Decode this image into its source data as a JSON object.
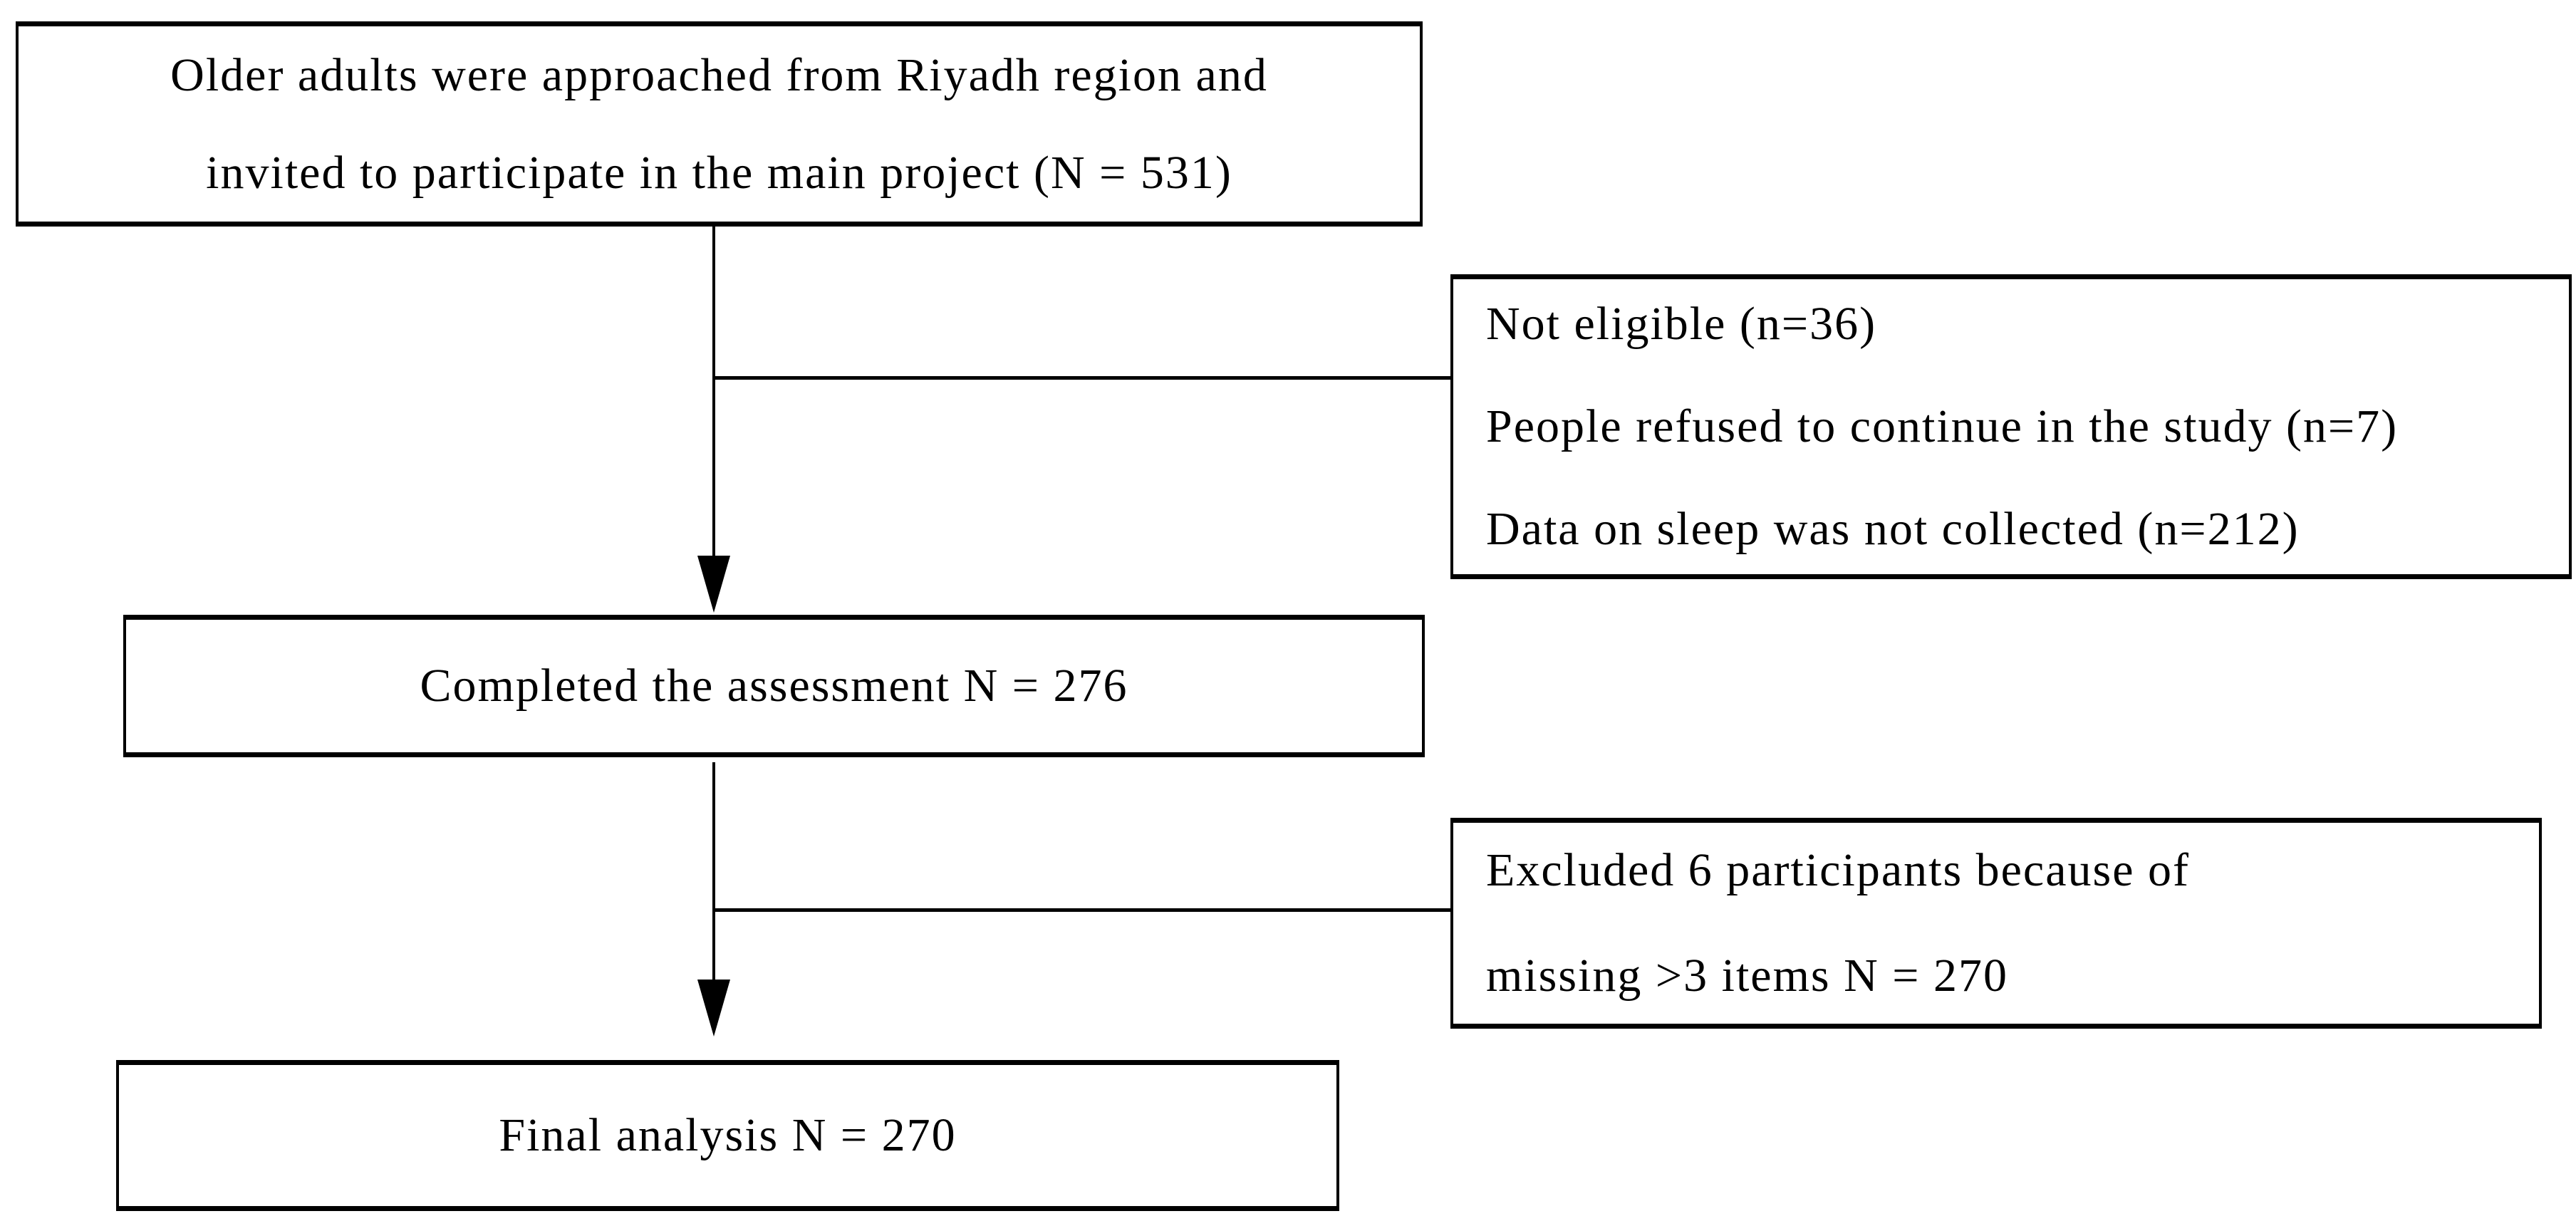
{
  "diagram": {
    "type": "flowchart",
    "background_color": "#ffffff",
    "line_color": "#000000",
    "boxes": {
      "approached": {
        "lines": [
          "Older adults were approached from Riyadh region and",
          "invited to participate in the main project (N = 531)"
        ]
      },
      "not_eligible": {
        "lines": [
          "Not eligible (n=36)",
          "People refused to continue in the study (n=7)",
          "Data on sleep was not collected (n=212)"
        ]
      },
      "completed": {
        "lines": [
          "Completed the assessment N = 276"
        ]
      },
      "excluded": {
        "lines": [
          "Excluded 6 participants because of",
          "missing >3 items N = 270"
        ]
      },
      "final": {
        "lines": [
          "Final analysis N = 270"
        ]
      }
    },
    "edges": [
      {
        "from": "approached",
        "to": "completed",
        "style": "arrow-down"
      },
      {
        "from": "approached-to-completed-arrow",
        "to": "not_eligible",
        "style": "horizontal-line"
      },
      {
        "from": "completed",
        "to": "final",
        "style": "arrow-down"
      },
      {
        "from": "completed-to-final-arrow",
        "to": "excluded",
        "style": "horizontal-line"
      }
    ]
  }
}
